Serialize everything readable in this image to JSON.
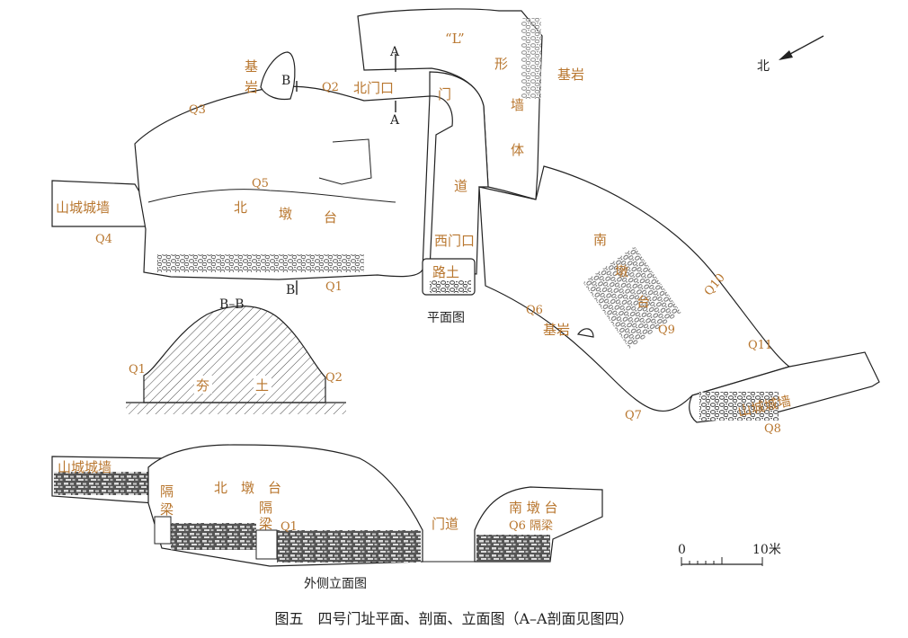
{
  "caption": "图五　四号门址平面、剖面、立面图（A–A剖面见图四）",
  "north_label": "北",
  "plan": {
    "l_wall_quote": "“L”",
    "l_wall_chars": [
      "形",
      "墙",
      "体"
    ],
    "bedrock_1": [
      "基",
      "岩"
    ],
    "bedrock_2": "基岩",
    "bedrock_3": "基岩",
    "north_gate_mouth": "北门口",
    "gate_passage_chars": [
      "门",
      "道"
    ],
    "west_gate_mouth": "西门口",
    "road_soil": "路土",
    "plan_title": "平面图",
    "mountain_wall_left": "山城城墙",
    "mountain_wall_right": "山城城墙",
    "north_pier_chars": [
      "北",
      "墩",
      "台"
    ],
    "south_pier_chars": [
      "南",
      "墩",
      "台"
    ],
    "section_marks": {
      "a_top": "A",
      "a_bottom": "A",
      "b_top": "B",
      "b_bottom": "B"
    },
    "q_labels": {
      "q1": "Q1",
      "q2": "Q2",
      "q3": "Q3",
      "q4": "Q4",
      "q5": "Q5",
      "q6": "Q6",
      "q7": "Q7",
      "q8": "Q8",
      "q9": "Q9",
      "q10": "Q10",
      "q11": "Q11"
    }
  },
  "section": {
    "title": "B–B",
    "q_left": "Q1",
    "q_right": "Q2",
    "fill_chars": [
      "夯",
      "土"
    ]
  },
  "elevation": {
    "mountain_wall": "山城城墙",
    "partition_left": [
      "隔",
      "梁"
    ],
    "north_pier": "北　墩　台",
    "partition_mid": [
      "隔",
      "梁"
    ],
    "q1": "Q1",
    "gate_passage": "门道",
    "south_pier": "南 墩 台",
    "q6_partition": "Q6 隔梁",
    "title": "外侧立面图"
  },
  "scale": {
    "zero": "0",
    "ten_m": "10米"
  }
}
